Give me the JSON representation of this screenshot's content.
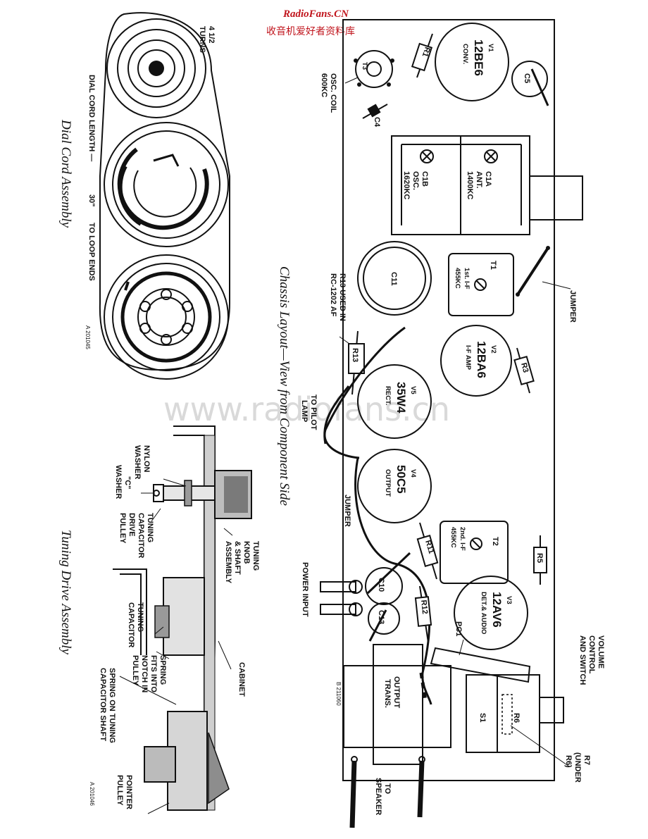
{
  "header": {
    "site_en": "RadioFans.CN",
    "site_cn": "收音机爱好者资料库"
  },
  "watermark": "www.radiofans.cn",
  "dial_cord": {
    "caption": "Dial Cord Assembly",
    "turns_line1": "4 1/2",
    "turns_line2": "TURNS",
    "length_label": "DIAL CORD LENGTH —",
    "length_value": "30\"",
    "length_suffix": "TO LOOP ENDS",
    "drawing_no": "A 201045"
  },
  "chassis": {
    "caption": "Chassis Layout—View from Component Side",
    "drawing_no": "B 211060",
    "tubes": [
      {
        "id": "V1",
        "type": "12BE6",
        "func": "CONV."
      },
      {
        "id": "V2",
        "type": "12BA6",
        "func": "I-F AMP"
      },
      {
        "id": "V5",
        "type": "35W4",
        "func": "RECT."
      },
      {
        "id": "V4",
        "type": "50C5",
        "func": "OUTPUT"
      },
      {
        "id": "V3",
        "type": "12AV6",
        "func": "DET.& AUDIO"
      }
    ],
    "osc_coil": {
      "ref": "T3",
      "line1": "OSC. COIL",
      "line2": "600KC"
    },
    "c1a": {
      "ref": "C1A",
      "line1": "ANT.",
      "line2": "1400KC"
    },
    "c1b": {
      "ref": "C1B",
      "line1": "OSC.",
      "line2": "1620KC"
    },
    "t1": {
      "ref": "T1",
      "line1": "1st. I-F",
      "line2": "455KC"
    },
    "t2": {
      "ref": "T2",
      "line1": "2nd. I-F",
      "line2": "455KC"
    },
    "c11": "C11",
    "c10": "C10",
    "c13": "C13",
    "c5": "C5",
    "c4": "C4",
    "r1": "R1",
    "r3": "R3",
    "r5": "R5",
    "r11": "R11",
    "r12": "R12",
    "r13": "R13",
    "r13_note1": "R13 USED IN",
    "r13_note2": "RC-1202 AF",
    "r6": "R6",
    "s1": "S1",
    "pc1": "PC1",
    "output_trans1": "OUTPUT",
    "output_trans2": "TRANS.",
    "jumper_top": "JUMPER",
    "jumper_bottom": "JUMPER",
    "pilot1": "TO PILOT",
    "pilot2": "LAMP",
    "power_input": "POWER INPUT",
    "volume1": "VOLUME",
    "volume2": "CONTROL",
    "volume3": "AND SWITCH",
    "r7_1": "R7",
    "r7_2": "(UNDER",
    "r7_3": "R6)",
    "speaker1": "TO",
    "speaker2": "SPEAKER"
  },
  "tuning_drive": {
    "caption": "Tuning Drive Assembly",
    "nylon1": "NYLON",
    "nylon2": "WASHER",
    "cwasher1": "\"C\"",
    "cwasher2": "WASHER",
    "drive1": "TUNING",
    "drive2": "CAPACITOR",
    "drive3": "DRIVE",
    "drive4": "PULLEY",
    "knob1": "TUNING",
    "knob2": "KNOB",
    "knob3": "& SHAFT",
    "knob4": "ASSEMBLY",
    "tcap1": "TUNING",
    "tcap2": "CAPACITOR",
    "spring1": "SPRING",
    "spring2": "FITS INTO",
    "spring3": "NOTCH IN",
    "spring4": "PULLEY",
    "cabinet": "CABINET",
    "spring_on1": "SPRING ON TUNING",
    "spring_on2": "CAPACITOR SHAFT",
    "pointer1": "POINTER",
    "pointer2": "PULLEY",
    "drawing_no": "A 201046"
  }
}
